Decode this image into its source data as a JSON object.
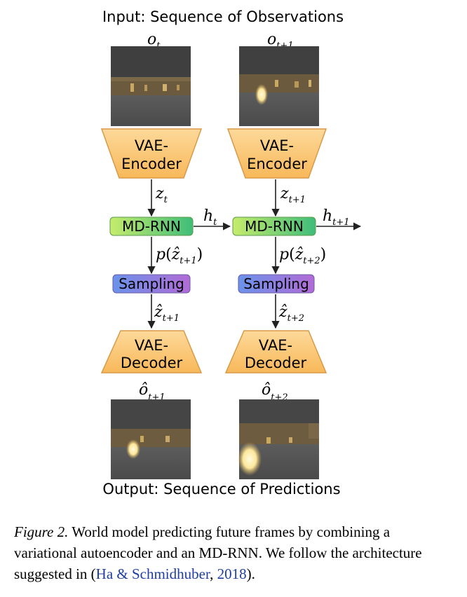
{
  "header": {
    "input_title": "Input: Sequence of Observations",
    "output_title": "Output: Sequence of Predictions"
  },
  "columns": [
    {
      "obs_label": {
        "base": "o",
        "sub": "t"
      },
      "encoder": {
        "line1": "VAE-",
        "line2": "Encoder"
      },
      "z_label": {
        "base": "z",
        "sub": "t"
      },
      "rnn": "MD-RNN",
      "h_label": {
        "base": "h",
        "sub": "t"
      },
      "p_label": {
        "prefix": "p",
        "base": "ẑ",
        "sub": "t+1"
      },
      "sampling": "Sampling",
      "zhat_label": {
        "base": "ẑ",
        "sub": "t+1"
      },
      "decoder": {
        "line1": "VAE-",
        "line2": "Decoder"
      },
      "pred_label": {
        "base": "ô",
        "sub": "t+1"
      }
    },
    {
      "obs_label": {
        "base": "o",
        "sub": "t+1"
      },
      "encoder": {
        "line1": "VAE-",
        "line2": "Encoder"
      },
      "z_label": {
        "base": "z",
        "sub": "t+1"
      },
      "rnn": "MD-RNN",
      "h_label": {
        "base": "h",
        "sub": "t+1"
      },
      "p_label": {
        "prefix": "p",
        "base": "ẑ",
        "sub": "t+2"
      },
      "sampling": "Sampling",
      "zhat_label": {
        "base": "ẑ",
        "sub": "t+2"
      },
      "decoder": {
        "line1": "VAE-",
        "line2": "Decoder"
      },
      "pred_label": {
        "base": "ô",
        "sub": "t+2"
      }
    }
  ],
  "caption": {
    "label": "Figure 2.",
    "text_1": " World model predicting future frames by combining a variational autoencoder and an MD-RNN. We follow the architecture suggested in (",
    "cite_name": "Ha & Schmidhuber",
    "cite_sep": ", ",
    "cite_year": "2018",
    "text_2": ")."
  },
  "colors": {
    "vae_fill": "#fbc97a",
    "vae_stroke": "#d9a050",
    "rnn_fill_left": "#bfe86a",
    "rnn_fill_right": "#44c07a",
    "sampling_fill_left": "#6b8ee8",
    "sampling_fill_right": "#b070d8",
    "arrow": "#222222"
  }
}
